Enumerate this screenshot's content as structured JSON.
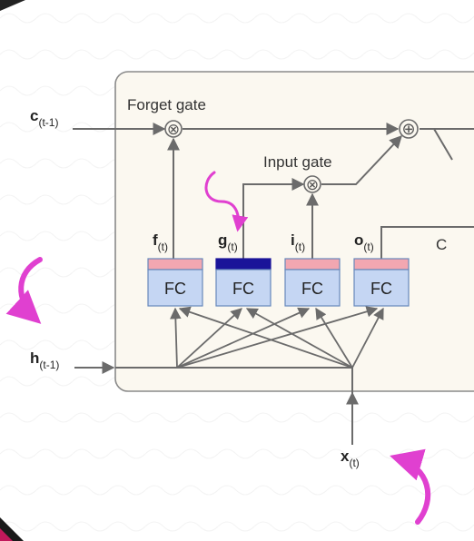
{
  "labels": {
    "forget_gate": "Forget gate",
    "input_gate": "Input gate",
    "partial_right": "C"
  },
  "inputs": {
    "c_prev": {
      "var": "c",
      "sub": "(t-1)"
    },
    "h_prev": {
      "var": "h",
      "sub": "(t-1)"
    },
    "x_t": {
      "var": "x",
      "sub": "(t)"
    }
  },
  "gates": [
    {
      "var": "f",
      "sub": "(t)",
      "box": "FC",
      "strip_color": "#f2a7b1"
    },
    {
      "var": "g",
      "sub": "(t)",
      "box": "FC",
      "strip_color": "#1a1499"
    },
    {
      "var": "i",
      "sub": "(t)",
      "box": "FC",
      "strip_color": "#f2a7b1"
    },
    {
      "var": "o",
      "sub": "(t)",
      "box": "FC",
      "strip_color": "#f2a7b1"
    }
  ],
  "colors": {
    "cell_fill": "#fbf8f0",
    "cell_stroke": "#8a8a8a",
    "box_fill": "#c5d6f3",
    "box_stroke": "#6688bb",
    "line": "#6b6b6b",
    "annotation": "#e040d0"
  },
  "symbols": {
    "multiply": "⊗",
    "add": "⊕"
  }
}
